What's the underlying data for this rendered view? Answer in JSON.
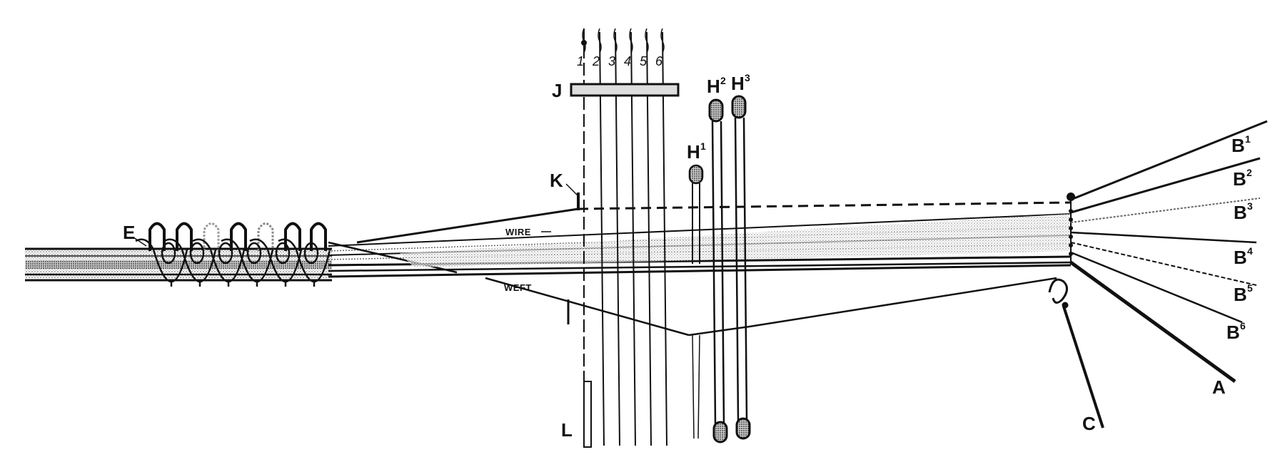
{
  "labels": {
    "E": "E",
    "J": "J",
    "K": "K",
    "L": "L",
    "C": "C",
    "A": "A",
    "H1": "H",
    "H1_sup": "1",
    "H2": "H",
    "H2_sup": "2",
    "H3": "H",
    "H3_sup": "3",
    "wire": "WIRE",
    "weft": "WEFT",
    "B1": "B",
    "B1_sup": "1",
    "B2": "B",
    "B2_sup": "2",
    "B3": "B",
    "B3_sup": "3",
    "B4": "B",
    "B4_sup": "4",
    "B5": "B",
    "B5_sup": "5",
    "B6": "B",
    "B6_sup": "6"
  },
  "jacquard_threads": [
    "1",
    "2",
    "3",
    "4",
    "5",
    "6"
  ],
  "colors": {
    "ink": "#111111",
    "paper": "#ffffff"
  }
}
